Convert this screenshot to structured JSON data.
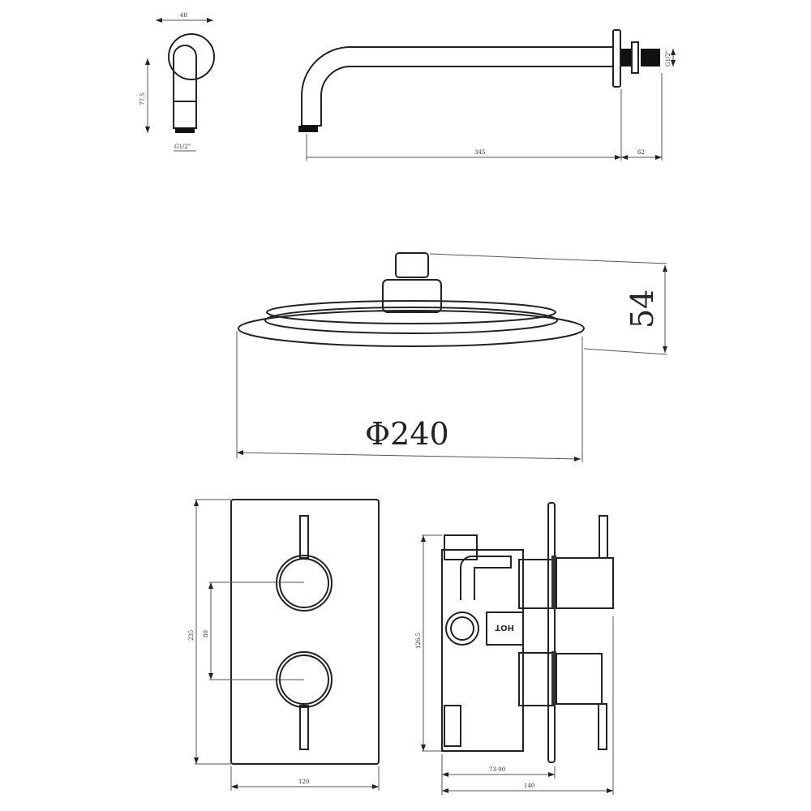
{
  "arm_side": {
    "width": "48",
    "height": "77.5",
    "thread": "G1/2\""
  },
  "arm_top": {
    "length": "345",
    "depth": "62",
    "thread": "G1/2\""
  },
  "shower_head": {
    "height": "54",
    "diameter": "Φ240"
  },
  "valve_front": {
    "height": "235",
    "spacing": "80",
    "width": "120"
  },
  "valve_side": {
    "height": "126.5",
    "depth_range": "73-90",
    "depth": "140",
    "hot_label": "HOT"
  }
}
